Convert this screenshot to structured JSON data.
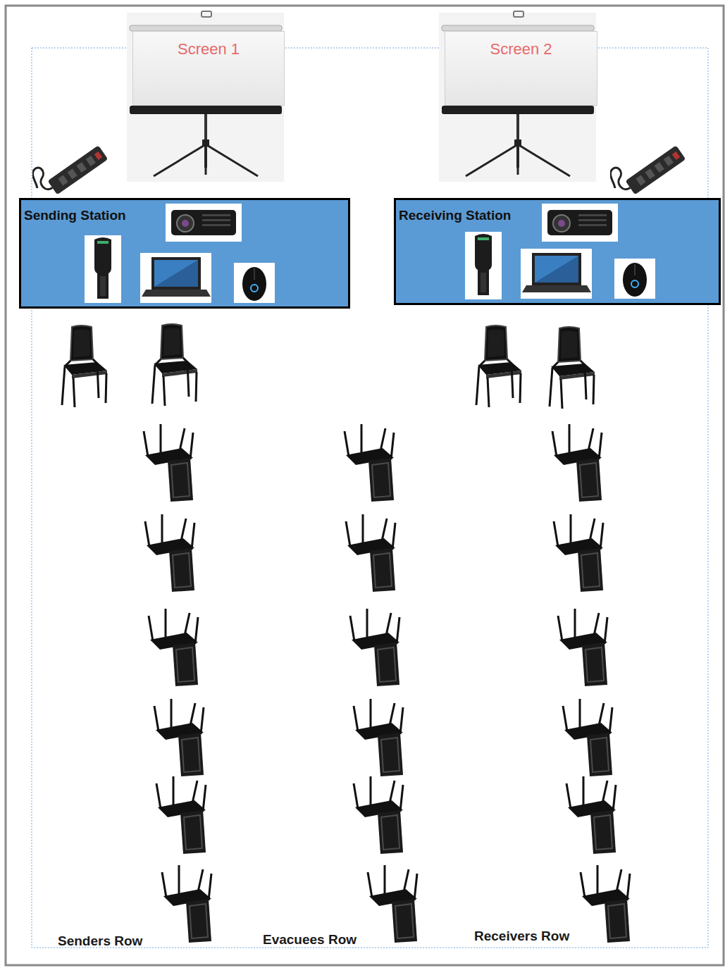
{
  "diagram": {
    "nodes": [
      {
        "text": [
          "Screen 1"
        ]
      },
      {
        "text": [
          "Screen 2"
        ]
      },
      {
        "text": [
          "Sending Station"
        ]
      },
      {
        "text": [
          "Receiving Station"
        ]
      }
    ],
    "labels": [
      "Senders Row",
      "Evacuees Row",
      "Receivers Row"
    ]
  }
}
